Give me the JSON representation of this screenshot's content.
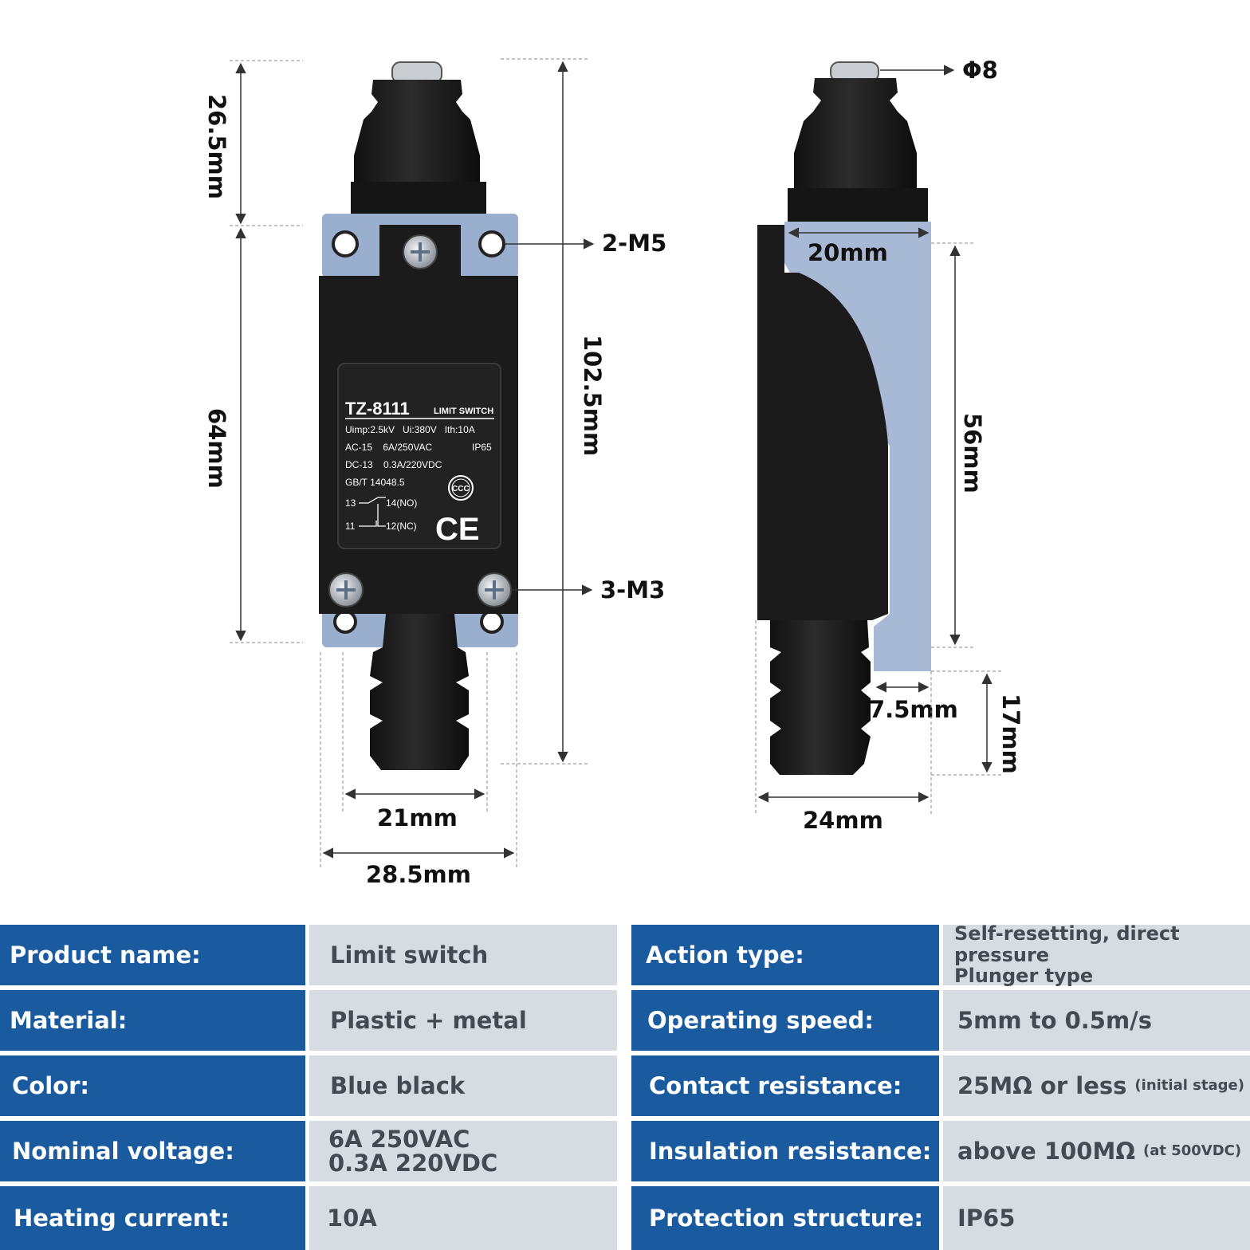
{
  "dimensions": {
    "top_height": "26.5mm",
    "body_height": "64mm",
    "total_height": "102.5mm",
    "plunger_diameter": "Φ8",
    "front_width_inner": "21mm",
    "front_width_outer": "28.5mm",
    "side_width_top": "20mm",
    "side_body_height": "56mm",
    "side_offset": "7.5mm",
    "side_plunger_height": "17mm",
    "side_width_total": "24mm",
    "mount_holes": "2-M5",
    "screws": "3-M3"
  },
  "label": {
    "model": "TZ-8111",
    "type": "LIMIT SWITCH",
    "line1": "Uimp:2.5kV   Ui:380V   Ith:10A",
    "line2a": "AC-15    6A/250VAC",
    "line2b": "IP65",
    "line3": "DC-13    0.3A/220VDC",
    "line4": "GB/T 14048.5",
    "no_terminal": "13",
    "no_contact": "14(NO)",
    "nc_terminal": "11",
    "nc_contact": "12(NC)",
    "ccc_mark": "CCC",
    "ce_mark": "CE"
  },
  "specs": [
    {
      "key": "Product name:",
      "value": "Limit switch"
    },
    {
      "key": "Action type:",
      "value_lines": [
        "Self-resetting, direct pressure",
        "Plunger type"
      ]
    },
    {
      "key": "Material:",
      "value": "Plastic + metal"
    },
    {
      "key": "Operating speed:",
      "value": "5mm to 0.5m/s"
    },
    {
      "key": "Color:",
      "value": "Blue black"
    },
    {
      "key": "Contact resistance:",
      "value": "25MΩ or less",
      "note": "(initial stage)"
    },
    {
      "key": "Nominal voltage:",
      "value_lines": [
        "6A 250VAC",
        "0.3A 220VDC"
      ]
    },
    {
      "key": "Insulation resistance:",
      "value": "above 100MΩ",
      "note": "(at 500VDC)"
    },
    {
      "key": "Heating current:",
      "value": "10A"
    },
    {
      "key": "Protection structure:",
      "value": "IP65"
    }
  ],
  "colors": {
    "table_key_bg": "#1a5a9f",
    "table_value_bg": "#d7dce3",
    "switch_body": "#1b1b1b",
    "switch_base": "#9aaecd"
  }
}
